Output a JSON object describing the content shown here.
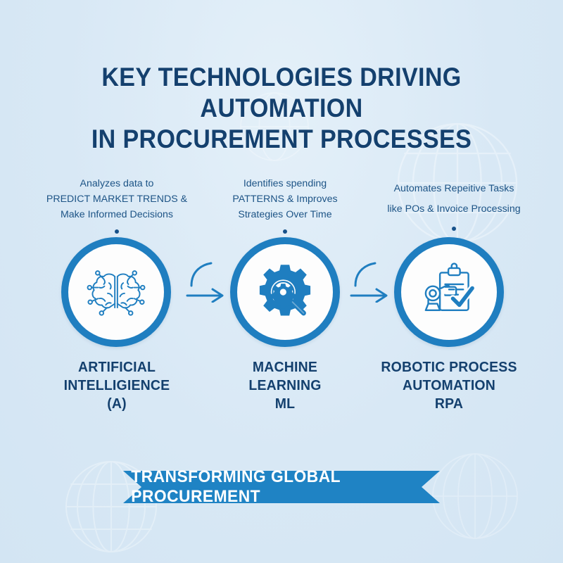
{
  "colors": {
    "background": "#daeaf6",
    "title_navy": "#14406e",
    "accent_blue": "#1f7ec0",
    "ribbon_blue": "#1f83c4",
    "desc_blue": "#1d5486",
    "circle_fill": "#fdfdfd"
  },
  "title": {
    "line1": "KEY TECHNOLOGIES DRIVING AUTOMATION",
    "line2": "IN PROCUREMENT PROCESSES"
  },
  "steps": [
    {
      "description_lines": [
        "Analyzes data to",
        "PREDICT MARKET TRENDS &",
        "Make Informed Decisions"
      ],
      "icon": "brain-circuit-icon",
      "caption_lines": [
        "ARTIFICIAL",
        "INTELLIGIENCE",
        "(A)"
      ]
    },
    {
      "description_lines": [
        "Identifies spending",
        "PATTERNS & Improves",
        "Strategies Over Time"
      ],
      "icon": "gear-magnifier-icon",
      "caption_lines": [
        "MACHINE",
        "LEARNING",
        "ML"
      ]
    },
    {
      "description_lines": [
        "Automates Repeitive Tasks",
        "like POs & Invoice Processing"
      ],
      "icon": "robot-clipboard-check-icon",
      "caption_lines": [
        "ROBOTIC PROCESS",
        "AUTOMATION",
        "RPA"
      ]
    }
  ],
  "connectors": [
    {
      "name": "arrow-ai-to-ml"
    },
    {
      "name": "arrow-ml-to-rpa"
    }
  ],
  "ribbon": {
    "label": "TRANSFORMING GLOBAL PROCUREMENT"
  }
}
